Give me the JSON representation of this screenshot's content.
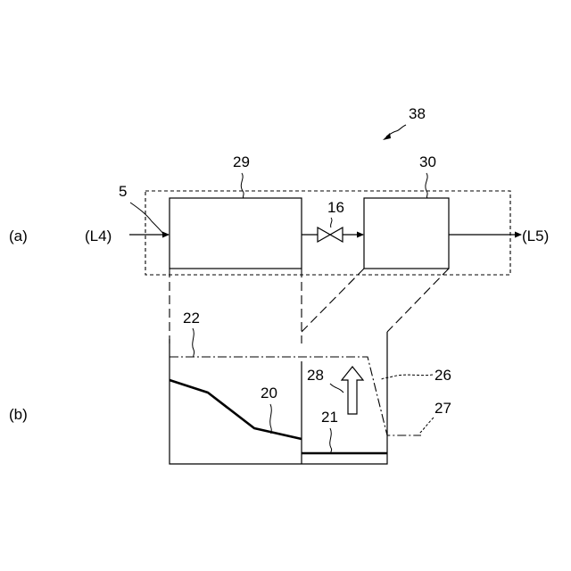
{
  "panel_labels": {
    "a": "(a)",
    "b": "(b)"
  },
  "streams": {
    "in": "(L4)",
    "out": "(L5)"
  },
  "refs": {
    "r38": "38",
    "r5": "5",
    "r29": "29",
    "r16": "16",
    "r30": "30",
    "r22": "22",
    "r20": "20",
    "r21": "21",
    "r28": "28",
    "r26": "26",
    "r27": "27"
  }
}
